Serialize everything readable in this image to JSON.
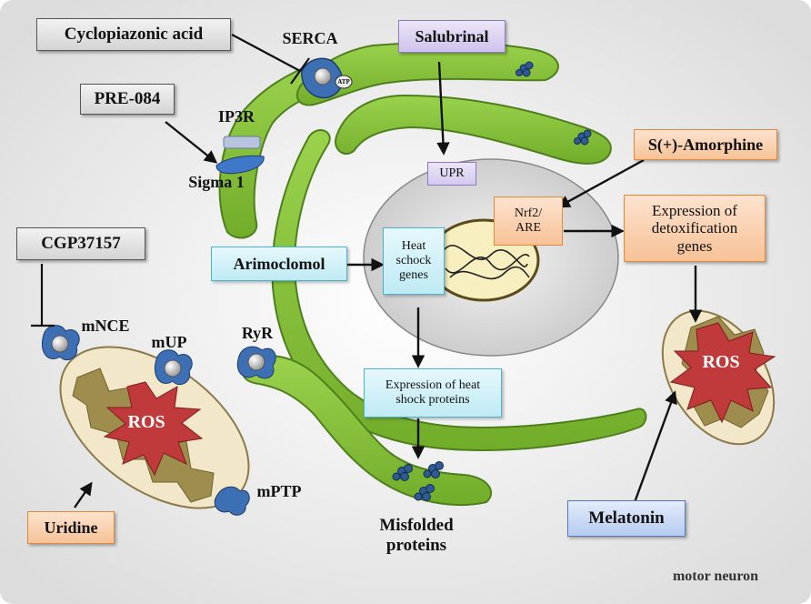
{
  "inhibitors": {
    "cyclopiazonic_acid": "Cyclopiazonic acid",
    "pre_084": "PRE-084",
    "cgp37157": "CGP37157"
  },
  "drugs": {
    "salubrinal": "Salubrinal",
    "amorphine": "S(+)-Amorphine",
    "arimoclomol": "Arimoclomol",
    "uridine": "Uridine",
    "melatonin": "Melatonin"
  },
  "er_labels": {
    "serca": "SERCA",
    "atp": "ATP",
    "ip3r": "IP3R",
    "sigma1": "Sigma 1",
    "ryr": "RyR"
  },
  "nucleus": {
    "upr": "UPR",
    "nrf2": "Nrf2/ ARE",
    "heat_shock_genes": "Heat schock genes"
  },
  "processes": {
    "detox": "Expression of detoxification genes",
    "hsp_expression": "Expression of heat shock proteins",
    "misfolded": "Misfolded proteins"
  },
  "mitochondria": {
    "mnce": "mNCE",
    "mup": "mUP",
    "mptp": "mPTP",
    "ros_left": "ROS",
    "ros_right": "ROS"
  },
  "caption": "motor neuron",
  "colors": {
    "er_green": "#8bc63f",
    "ros_red": "#c0393b",
    "channel_blue": "#3d6fb5",
    "mito_fill": "#f2e7c9",
    "matrix_olive": "#9e8d4c"
  }
}
